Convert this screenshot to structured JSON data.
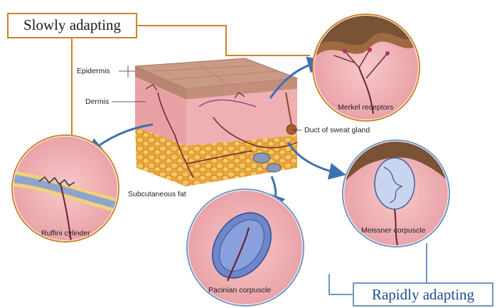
{
  "categories": {
    "slow": "Slowly adapting",
    "rapid": "Rapidly adapting"
  },
  "layers": {
    "epidermis": "Epidermis",
    "dermis": "Dermis",
    "subcutaneous": "Subcutaneous fat",
    "sweat_duct": "Duct of sweat gland"
  },
  "receptors": {
    "merkel": "Merkel receptors",
    "ruffini": "Ruffini cylinder",
    "meissner": "Meissner corpuscle",
    "pacinian": "Pacinian corpuscle"
  },
  "colors": {
    "slow_accent": "#c8842c",
    "rapid_accent": "#6f95c2",
    "arrow": "#3f6fb0"
  }
}
